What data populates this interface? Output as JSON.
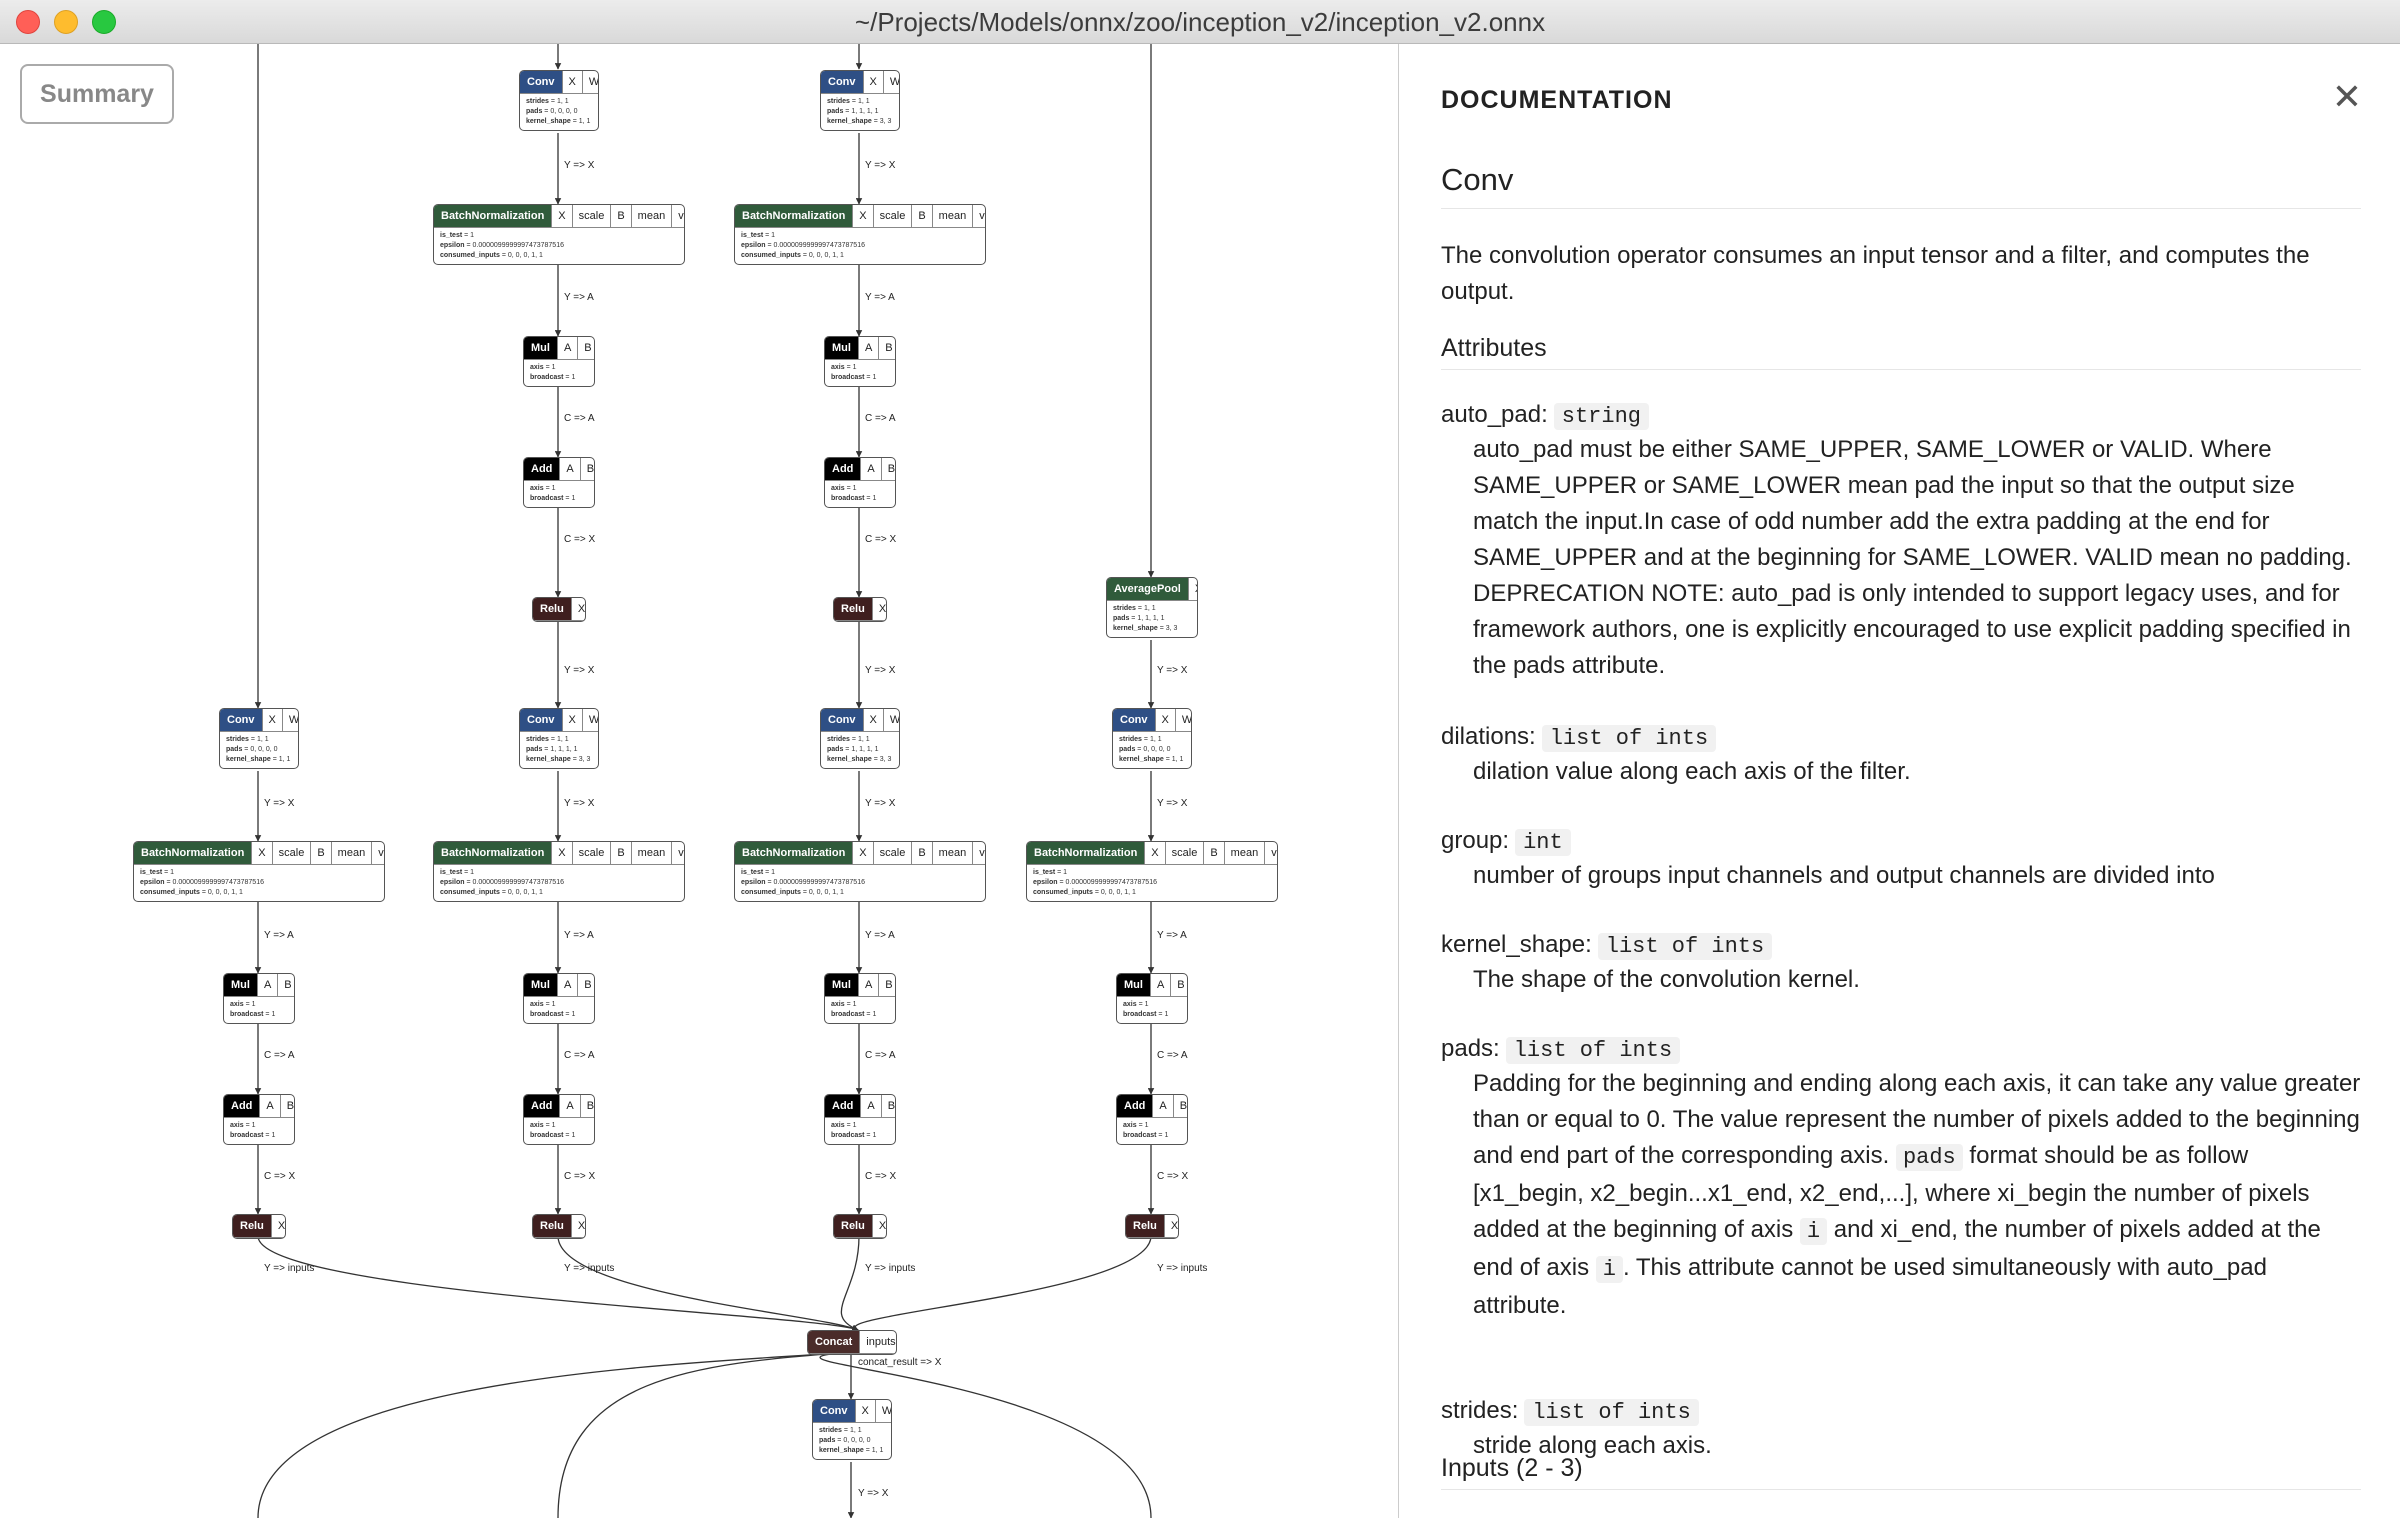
{
  "window": {
    "title": "~/Projects/Models/onnx/zoo/inception_v2/inception_v2.onnx"
  },
  "graph": {
    "summary_button": "Summary",
    "ops": {
      "conv": "Conv",
      "bn": "BatchNormalization",
      "mul": "Mul",
      "add": "Add",
      "relu": "Relu",
      "pool": "AveragePool",
      "concat": "Concat"
    },
    "inputs": {
      "x": "X",
      "w": "W",
      "scale": "scale",
      "b": "B",
      "mean": "mean",
      "var": "var",
      "a": "A",
      "concat": "inputs"
    },
    "attr_names": {
      "strides": "strides",
      "pads": "pads",
      "kernel_shape": "kernel_shape",
      "is_test": "is_test",
      "epsilon": "epsilon",
      "consumed_inputs": "consumed_inputs",
      "axis": "axis",
      "broadcast": "broadcast"
    },
    "attr_values": {
      "one_one": "= 1, 1",
      "pads_0000": "= 0, 0, 0, 0",
      "pads_1111": "= 1, 1, 1, 1",
      "k_33": "= 3, 3",
      "k_11": "= 1, 1",
      "is_test": "= 1",
      "epsilon": "= 0.0000099999997473787516",
      "consumed_inputs": "= 0, 0, 0, 1, 1",
      "axis": "= 1",
      "broadcast": "= 1"
    },
    "edge_labels": {
      "y_x": "Y => X",
      "y_a": "Y => A",
      "c_a": "C => A",
      "c_x": "C => X",
      "y_inputs": "Y => inputs",
      "concat_x": "concat_result => X"
    }
  },
  "documentation": {
    "heading": "DOCUMENTATION",
    "op_name": "Conv",
    "summary": "The convolution operator consumes an input tensor and a filter, and computes the output.",
    "attributes_heading": "Attributes",
    "attributes": [
      {
        "name": "auto_pad:",
        "type": "string",
        "desc": "auto_pad must be either SAME_UPPER, SAME_LOWER or VALID. Where SAME_UPPER or SAME_LOWER mean pad the input so that the output size match the input.In case of odd number add the extra padding at the end for SAME_UPPER and at the beginning for SAME_LOWER. VALID mean no padding. DEPRECATION NOTE: auto_pad is only intended to support legacy uses, and for framework authors, one is explicitly encouraged to use explicit padding specified in the pads attribute."
      },
      {
        "name": "dilations:",
        "type": "list of ints",
        "desc": "dilation value along each axis of the filter."
      },
      {
        "name": "group:",
        "type": "int",
        "desc": "number of groups input channels and output channels are divided into"
      },
      {
        "name": "kernel_shape:",
        "type": "list of ints",
        "desc": "The shape of the convolution kernel."
      },
      {
        "name": "pads:",
        "type": "list of ints",
        "desc_parts": [
          "Padding for the beginning and ending along each axis, it can take any value greater than or equal to 0. The value represent the number of pixels added to the beginning and end part of the corresponding axis. ",
          "pads",
          " format should be as follow [x1_begin, x2_begin...x1_end, x2_end,...], where xi_begin the number of pixels added at the beginning of axis ",
          "i",
          " and xi_end, the number of pixels added at the end of axis ",
          "i",
          ". This attribute cannot be used simultaneously with auto_pad attribute."
        ]
      },
      {
        "name": "strides:",
        "type": "list of ints",
        "desc": "stride along each axis."
      }
    ],
    "inputs_heading": "Inputs (2 - 3)"
  }
}
